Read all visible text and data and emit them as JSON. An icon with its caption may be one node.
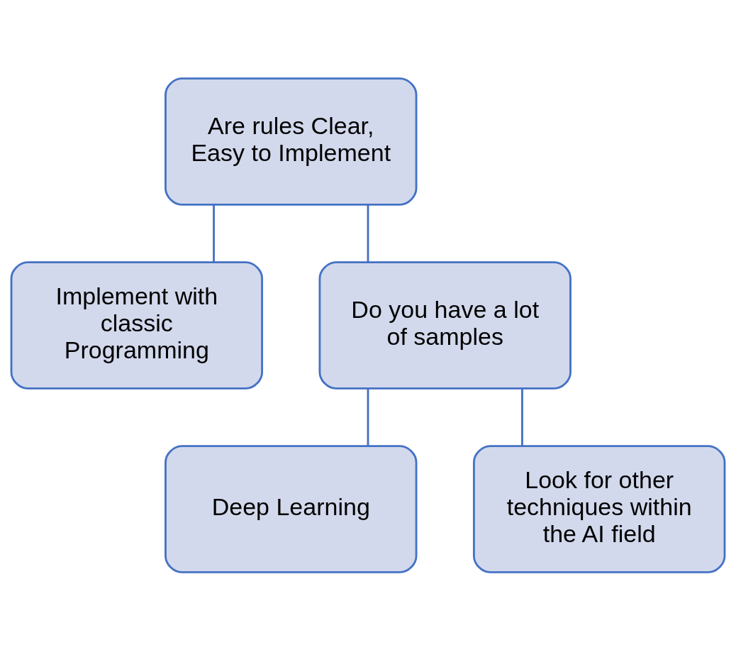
{
  "diagram": {
    "nodes": [
      {
        "text": [
          "Are rules Clear, Easy to Implement"
        ]
      },
      {
        "text": [
          "Implement with classic Programming"
        ]
      },
      {
        "text": [
          "Do you have a lot of samples"
        ]
      },
      {
        "text": [
          "Deep Learning"
        ]
      },
      {
        "text": [
          "Look for other techniques within the AI field"
        ]
      }
    ],
    "edges": [
      {
        "from": 0,
        "to": 1,
        "arrow": "none"
      },
      {
        "from": 0,
        "to": 2,
        "arrow": "none"
      },
      {
        "from": 2,
        "to": 3,
        "arrow": "none"
      },
      {
        "from": 2,
        "to": 4,
        "arrow": "none"
      }
    ]
  }
}
